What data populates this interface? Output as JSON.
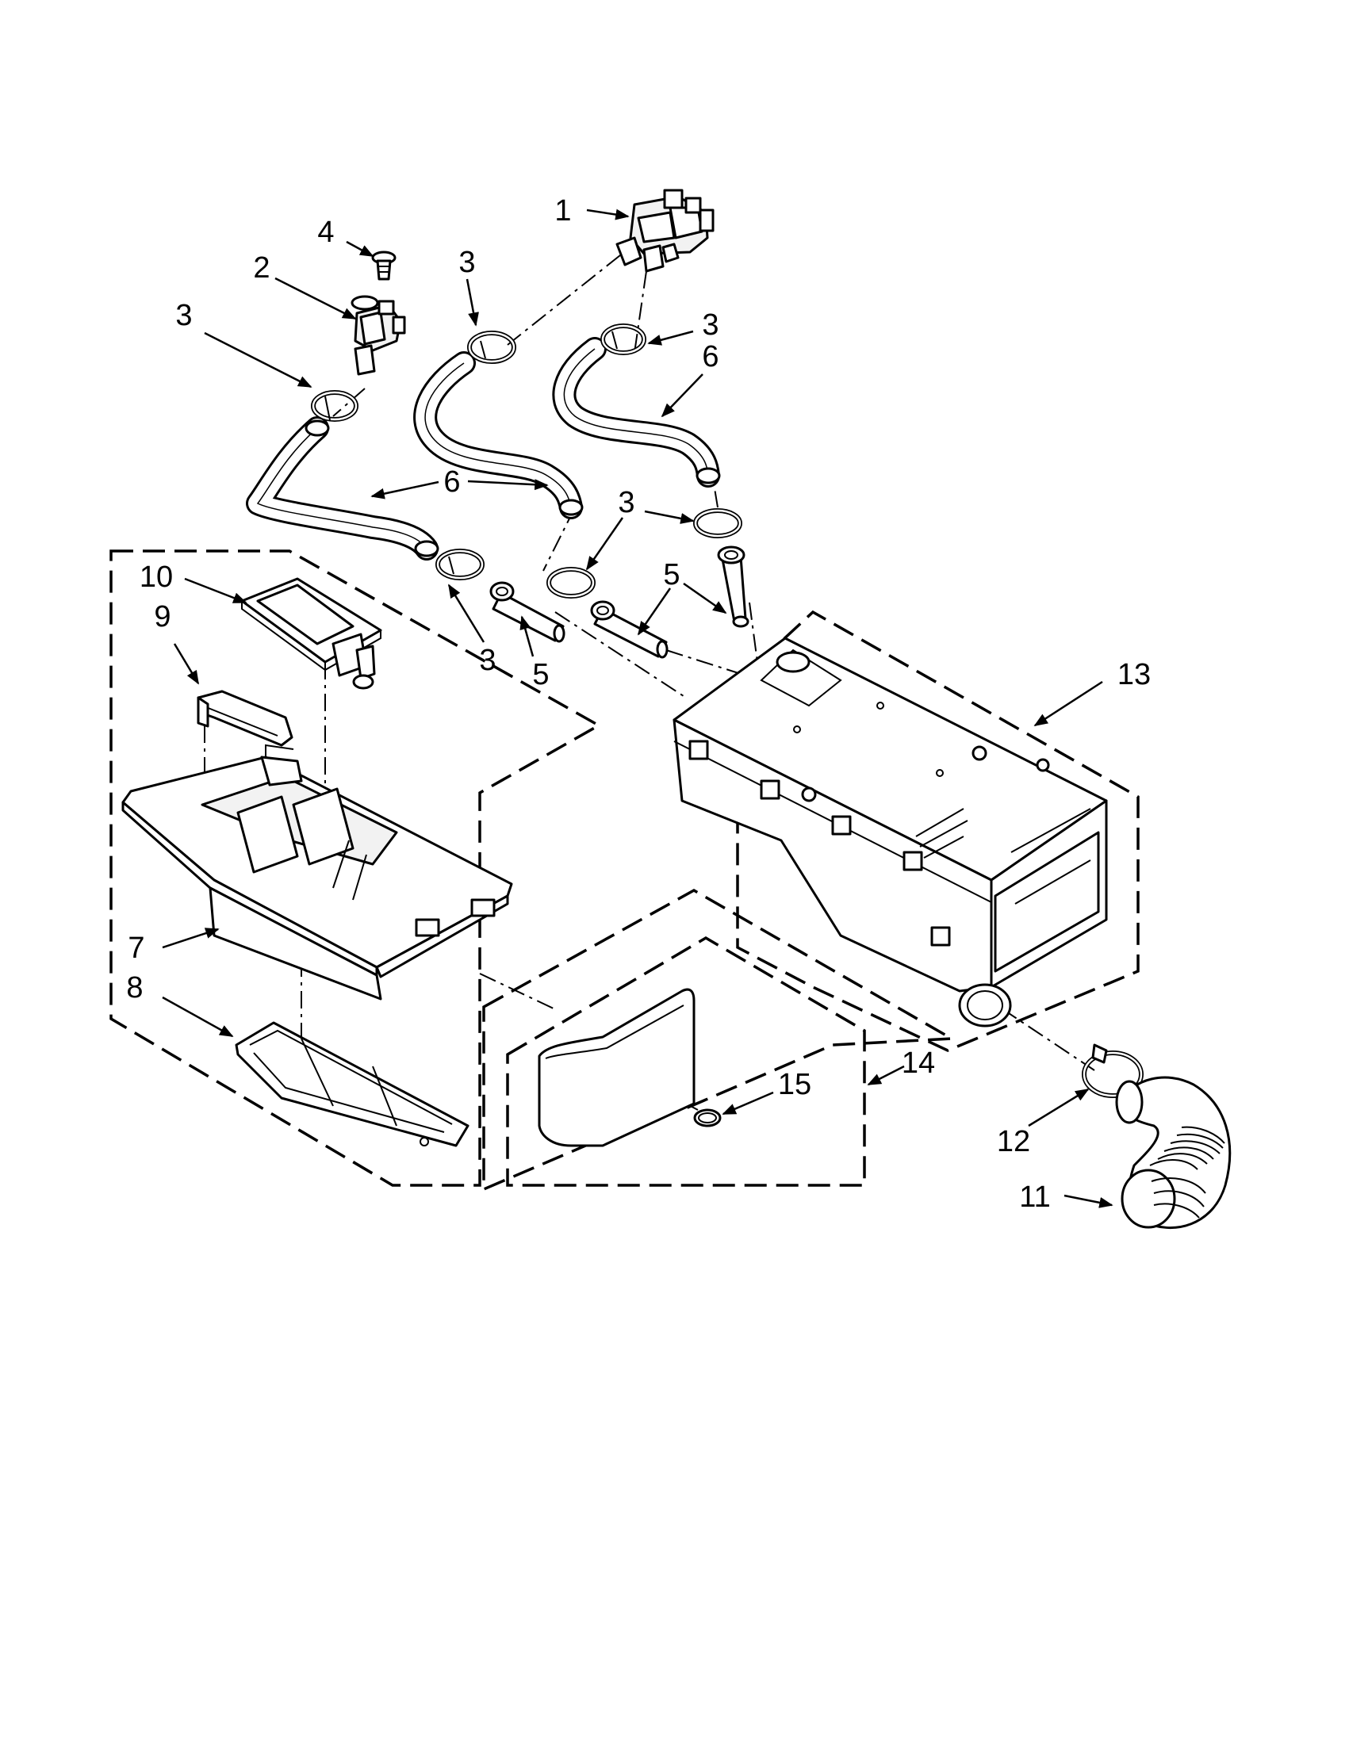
{
  "diagram": {
    "callouts": [
      {
        "id": "c1",
        "label": "1"
      },
      {
        "id": "c2",
        "label": "2"
      },
      {
        "id": "c3a",
        "label": "3"
      },
      {
        "id": "c3b",
        "label": "3"
      },
      {
        "id": "c3c",
        "label": "3"
      },
      {
        "id": "c3d",
        "label": "3"
      },
      {
        "id": "c3e",
        "label": "3"
      },
      {
        "id": "c4",
        "label": "4"
      },
      {
        "id": "c5a",
        "label": "5"
      },
      {
        "id": "c5b",
        "label": "5"
      },
      {
        "id": "c6a",
        "label": "6"
      },
      {
        "id": "c6b",
        "label": "6"
      },
      {
        "id": "c7",
        "label": "7"
      },
      {
        "id": "c8",
        "label": "8"
      },
      {
        "id": "c9",
        "label": "9"
      },
      {
        "id": "c10",
        "label": "10"
      },
      {
        "id": "c11",
        "label": "11"
      },
      {
        "id": "c12",
        "label": "12"
      },
      {
        "id": "c13",
        "label": "13"
      },
      {
        "id": "c14",
        "label": "14"
      },
      {
        "id": "c15",
        "label": "15"
      }
    ]
  }
}
